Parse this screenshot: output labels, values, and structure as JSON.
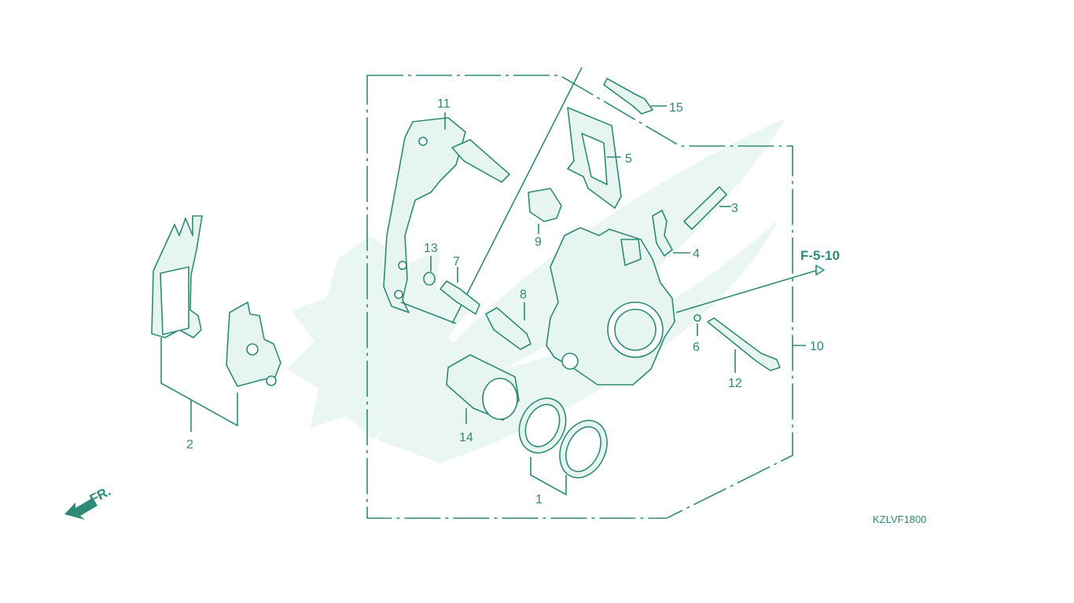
{
  "diagram": {
    "figure_code": "KZLVF1800",
    "reference": "F-5-10",
    "direction_label": "FR.",
    "callouts": [
      "1",
      "2",
      "3",
      "4",
      "5",
      "6",
      "7",
      "8",
      "9",
      "10",
      "11",
      "12",
      "13",
      "14",
      "15"
    ]
  },
  "colors": {
    "line": "#2e8a76",
    "fill": "#e6f5f0",
    "watermark": "#eaf6f2"
  },
  "icons": {
    "watermark": "gear-leaf-watermark-icon",
    "direction": "front-direction-arrow-icon"
  }
}
